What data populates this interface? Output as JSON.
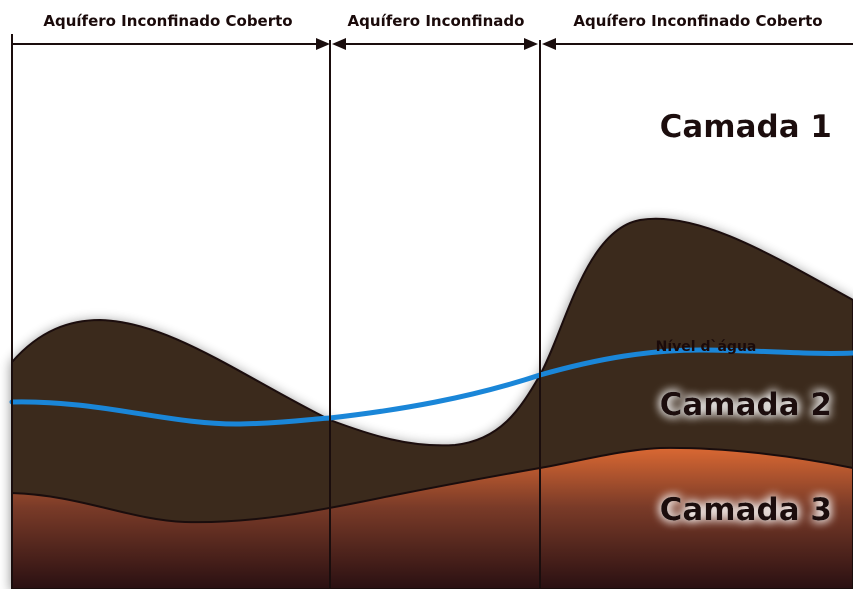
{
  "header": {
    "zone_left_label": "Aquífero Inconfinado Coberto",
    "zone_middle_label": "Aquífero Inconfinado",
    "zone_right_label": "Aquífero Inconfinado Coberto"
  },
  "layers": {
    "layer1_label": "Camada 1",
    "layer2_label": "Camada 2",
    "layer3_label": "Camada 3"
  },
  "water_table_label": "Nível d`água",
  "colors": {
    "layer2_top": "#5c9f3a",
    "layer2_bottom": "#3a2a1c",
    "layer3_top": "#e06a34",
    "layer3_bottom": "#2a0f10",
    "water_table": "#1a86d8",
    "outline": "#1a0d0d",
    "text": "#1a0a0a"
  }
}
